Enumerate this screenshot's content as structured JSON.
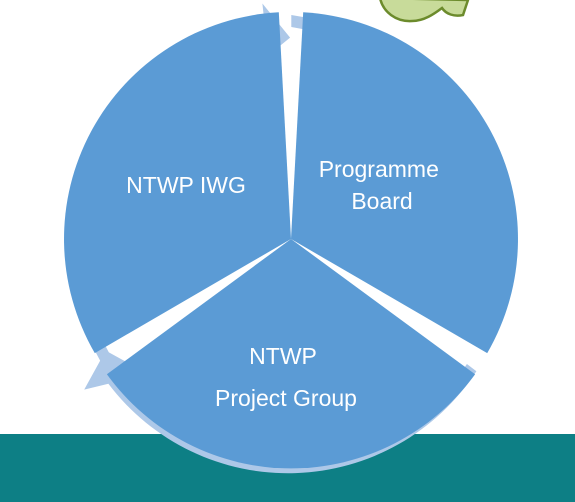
{
  "diagram": {
    "segments": [
      {
        "lines": [
          "NTWP IWG"
        ]
      },
      {
        "lines": [
          "Programme",
          "Board"
        ]
      },
      {
        "lines": [
          "NTWP",
          "Project Group"
        ]
      }
    ]
  },
  "colors": {
    "segment_fill": "#5b9bd5",
    "ring_arrow": "#adc8e8",
    "footer_bar": "#0d7f85",
    "logo_fill": "#c8db9a",
    "logo_stroke": "#6c8b2c"
  }
}
